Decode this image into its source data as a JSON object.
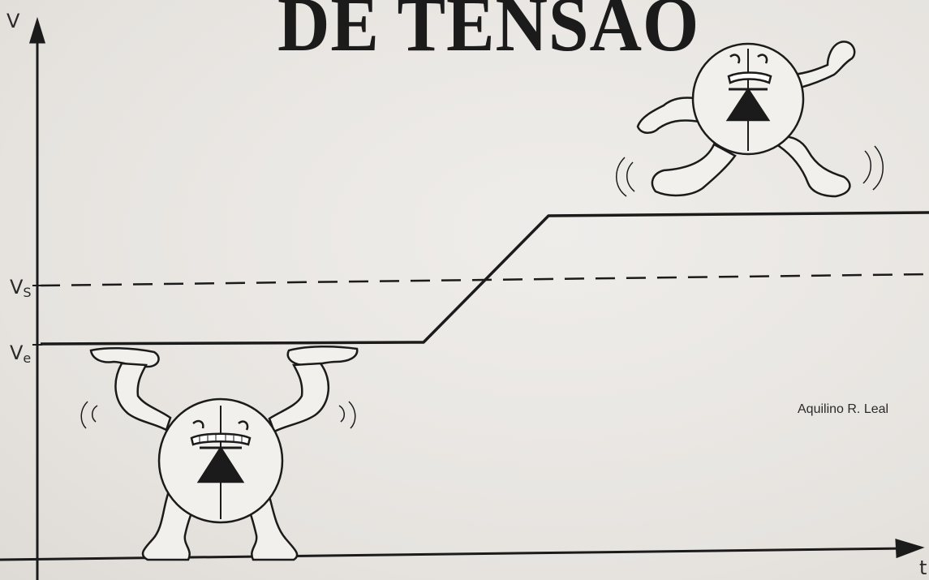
{
  "title": "DE TENSÃO",
  "author": "Aquilino R. Leal",
  "axes": {
    "y_label": "V",
    "x_label": "t"
  },
  "levels": {
    "vs_label": "V",
    "vs_sub": "S",
    "ve_label": "V",
    "ve_sub": "e"
  },
  "colors": {
    "ink": "#1b1b1b",
    "paper": "#e9e7e4"
  },
  "icons": [
    "diode-figure-lifting",
    "diode-figure-running",
    "diode-symbol"
  ]
}
